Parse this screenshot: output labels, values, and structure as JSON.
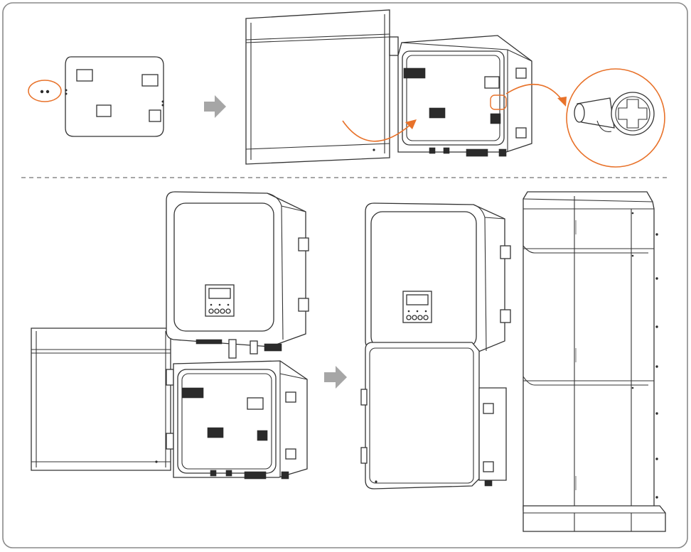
{
  "colors": {
    "accent": "#E8722A",
    "arrow": "#A6A6A6",
    "line": "#333333",
    "frame": "#8A8A8A"
  },
  "icons": {
    "step_arrow": "right-arrow-icon",
    "highlight": "circle-highlight",
    "callout_arrow": "curved-arrow-icon"
  },
  "steps": [
    {
      "id": 1,
      "content": "cover-plate"
    },
    {
      "id": 2,
      "content": "open-wiring-box-door"
    },
    {
      "id": 3,
      "content": "screw-detail"
    },
    {
      "id": 4,
      "content": "inverter-on-open-wiring-box"
    },
    {
      "id": 5,
      "content": "closed-assembly"
    },
    {
      "id": 6,
      "content": "battery-stack"
    }
  ]
}
